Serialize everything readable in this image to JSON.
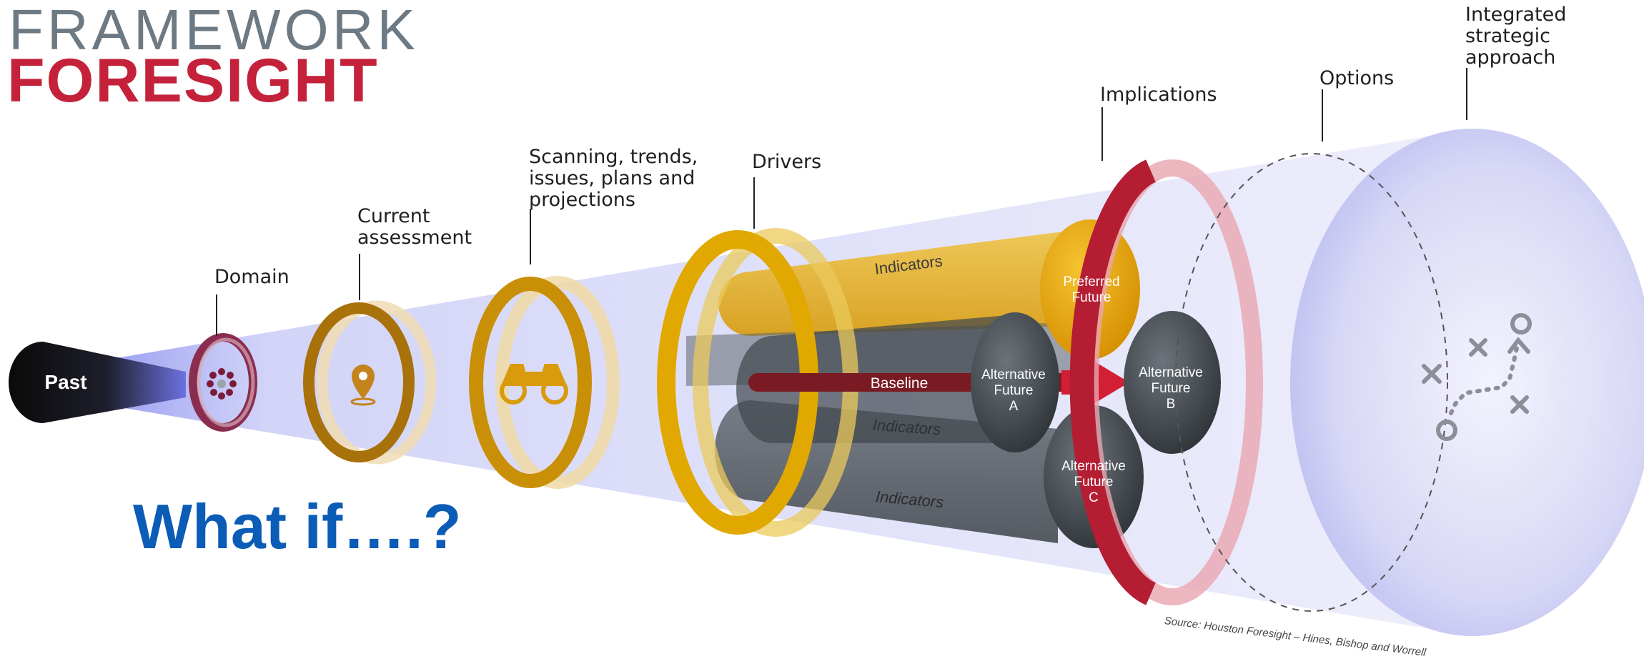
{
  "header": {
    "line1": "FRAMEWORK",
    "line2": "FORESIGHT"
  },
  "question": "What if….?",
  "stages": {
    "past": "Past",
    "domain": "Domain",
    "current": "Current\nassessment",
    "scanning": "Scanning, trends,\nissues, plans and\nprojections",
    "drivers": "Drivers",
    "implications": "Implications",
    "options": "Options",
    "integrated": "Integrated\nstrategic\napproach"
  },
  "futures": {
    "indicators_top": "Indicators",
    "indicators_mid": "Indicators",
    "indicators_bottom": "Indicators",
    "baseline": "Baseline",
    "preferred_l1": "Preferred",
    "preferred_l2": "Future",
    "alt_a_l1": "Alternative",
    "alt_a_l2": "Future",
    "alt_a_l3": "A",
    "alt_b_l1": "Alternative",
    "alt_b_l2": "Future",
    "alt_b_l3": "B",
    "alt_c_l1": "Alternative",
    "alt_c_l2": "Future",
    "alt_c_l3": "C"
  },
  "source": "Source: Houston Foresight – Hines, Bishop and Worrell",
  "icons": {
    "domain": "dots-circle-icon",
    "current": "location-pin-icon",
    "scanning": "binoculars-icon",
    "strategy": "play-diagram-icon"
  },
  "colors": {
    "title_gray": "#6d7a83",
    "title_red": "#c4213b",
    "question_blue": "#0b5cb6",
    "ring_domain": "#8a2d4f",
    "ring_current": "#a8710a",
    "ring_scanning": "#c98f07",
    "ring_drivers": "#e0a800",
    "ring_implications": "#b51d33",
    "cone": "#c8c9f5",
    "cylinder_gold": "#e7b01e",
    "cylinder_dark": "#4b5257"
  }
}
